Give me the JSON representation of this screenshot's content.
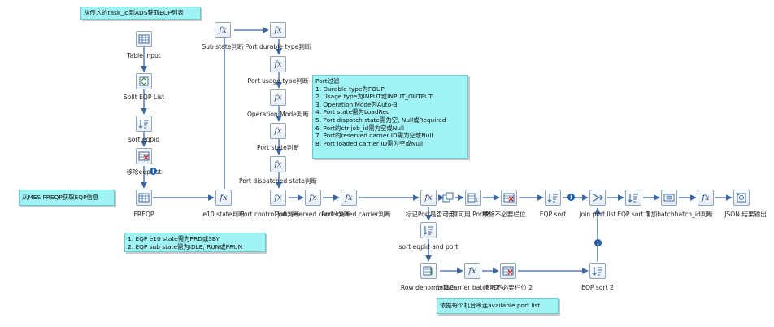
{
  "notes": {
    "n1": "从传入的task_id到ADS获取EQP列表",
    "n2": "从MES FREQP获取EQP信息",
    "n3_lines": [
      "Port过滤",
      "1. Durable type为FOUP",
      "2. Usage type为INPUT或INPUT_OUTPUT",
      "3. Operation Mode为Auto-3",
      "4. Port state需为LoadReq",
      "5. Port dispatch state需为空, Null或Required",
      "6. Port的ctrljob_id需为空或Null",
      "7. Port的reserved carrier ID需为空或Null",
      "8. Port loaded carrier ID需为空或Null"
    ],
    "n4_lines": [
      "1. EQP e10 state需为PRD或SBY",
      "2. EQP sub state需为IDLE, RUN或PRUN"
    ],
    "n5": "依据每个机台串连available port list"
  },
  "steps": {
    "table_input": "Table input",
    "split_eqp": "Split EQP List",
    "sort_eqpid": "sort eqpid",
    "remove_field": "移除eqp list",
    "freqp": "FREQP",
    "e10_state": "e10 state判断",
    "sub_state": "Sub state判断",
    "durable_type": "Port durable type判断",
    "usage_type": "Port usage type判断",
    "operation_mode": "Operation Mode判断",
    "port_state": "Port state判断",
    "port_dispatched": "Port dispatched state判断",
    "port_control_job": "Port control job判断",
    "port_reserved": "Port reserved carrier判断",
    "port_loaded": "Port loaded carrier判断",
    "mark_port": "标记Port是否可用",
    "calc_port": "计算可用 Port数",
    "remove_unneeded": "移除不必要栏位",
    "eqp_sort": "EQP sort",
    "join_port_list": "join port list",
    "eqp_sort3": "EQP sort 3",
    "add_batch": "增加batchbatch_id判断",
    "json_out": "JSON 结果输出",
    "sort_eqpid_port": "sort eqpid and port",
    "row_denorm": "Row denormaliser",
    "batch_calc": "计算Carrier batch ID",
    "remove_unneeded2": "移除不必要栏位 2",
    "eqp_sort2": "EQP sort 2"
  },
  "icons": {
    "table_input": "table-input-icon",
    "split": "split-field-icon",
    "sort": "sort-rows-icon",
    "remove": "select-values-icon",
    "fx": "formula-icon",
    "clone": "clone-rows-icon",
    "group_by": "group-by-icon",
    "join": "merge-join-icon",
    "add_constants": "add-constants-icon",
    "json_output": "json-output-icon",
    "row_denorm": "row-denormaliser-icon",
    "info": "info-icon"
  },
  "info_glyph": "i",
  "colors": {
    "note_bg": "#9ff3f5",
    "hop": "#3b68a5",
    "info": "#1a5fa8"
  }
}
